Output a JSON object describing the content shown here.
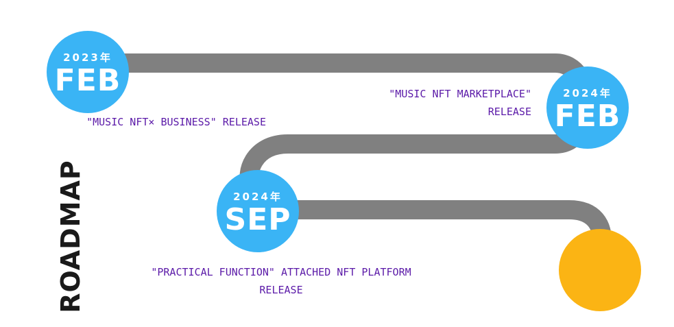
{
  "title": "ROADMAP",
  "colors": {
    "milestone": "#3ab4f5",
    "goal": "#fbb414",
    "road": "#808080",
    "caption": "#5b1aa8",
    "title": "#1a1a1a"
  },
  "milestones": [
    {
      "year": "2023年",
      "month": "FEB",
      "caption": "\"MUSIC NFT× BUSINESS\" RELEASE"
    },
    {
      "year": "2024年",
      "month": "FEB",
      "caption": "\"MUSIC NFT MARKETPLACE\"\nRELEASE"
    },
    {
      "year": "2024年",
      "month": "SEP",
      "caption": "\"PRACTICAL FUNCTION\" ATTACHED NFT PLATFORM\nRELEASE"
    }
  ]
}
